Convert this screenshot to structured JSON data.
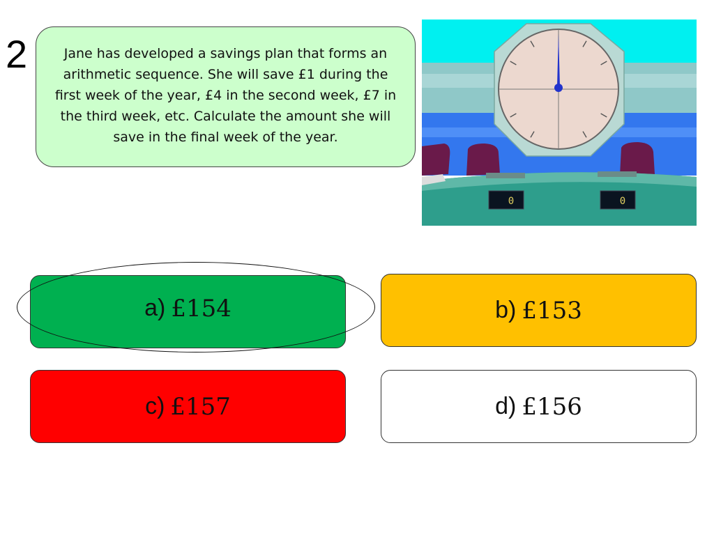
{
  "question": {
    "number": "2",
    "text": "Jane has developed a savings plan that forms an arithmetic sequence. She will save £1 during the first week of the year, £4 in the second week, £7 in the third week, etc. Calculate the amount she will save in the final week of the year."
  },
  "scoreboard": {
    "left_score": "0",
    "right_score": "0"
  },
  "answers": [
    {
      "letter": "a)",
      "value": "£154",
      "color": "#00b050",
      "circled": true
    },
    {
      "letter": "b)",
      "value": "£153",
      "color": "#ffc000"
    },
    {
      "letter": "c)",
      "value": "£157",
      "color": "#ff0000"
    },
    {
      "letter": "d)",
      "value": "£156",
      "color": "#ffffff"
    }
  ]
}
